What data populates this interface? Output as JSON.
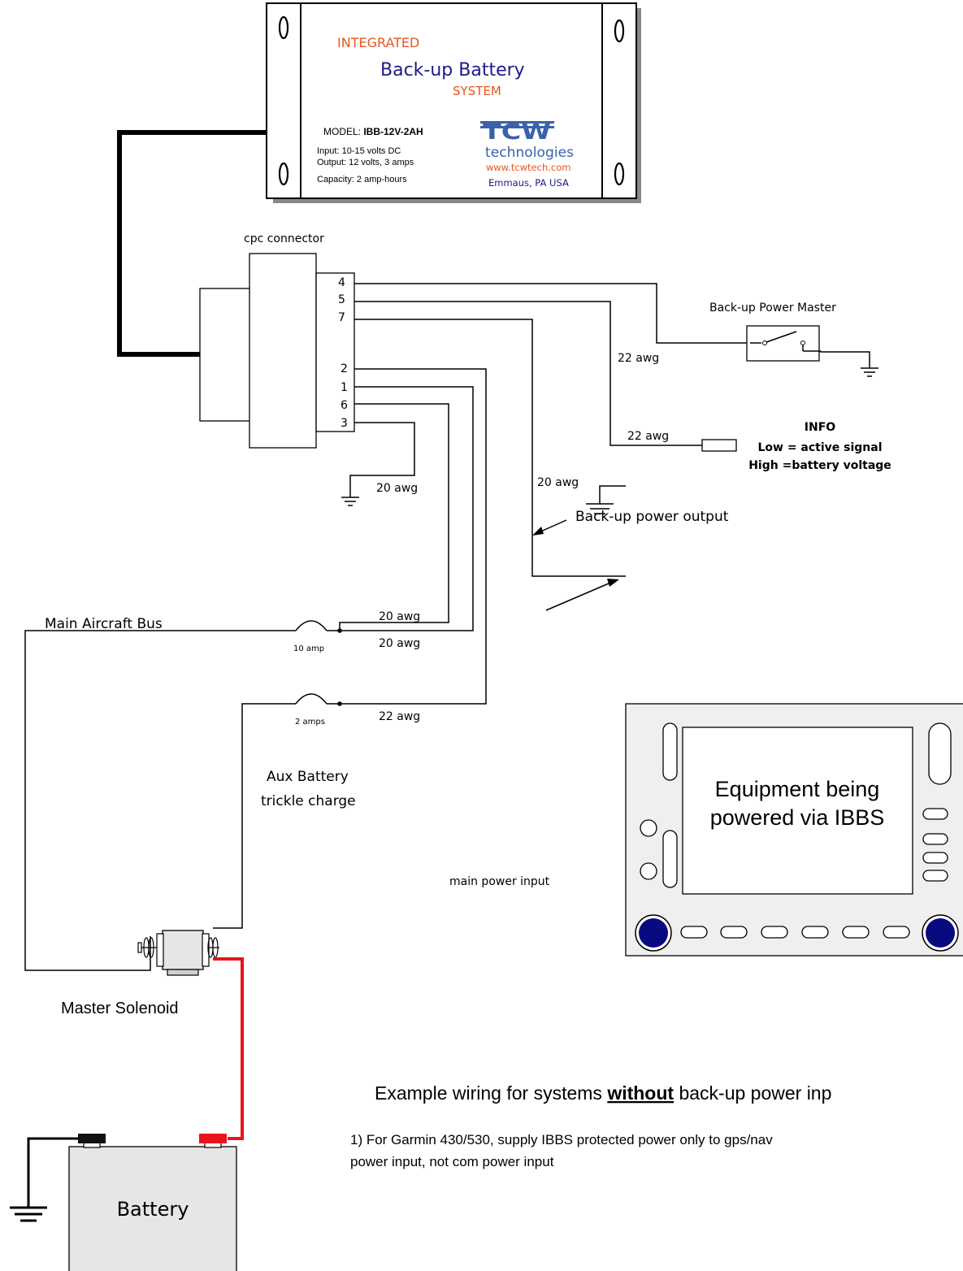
{
  "ibbs_unit": {
    "line1": "INTEGRATED",
    "line2": "Back-up Battery",
    "line3": "SYSTEM",
    "model_label": "MODEL: ",
    "model_value": "IBB-12V-2AH",
    "spec_input": "Input: 10-15 volts DC",
    "spec_output": "Output: 12 volts, 3 amps",
    "spec_capacity": "Capacity: 2 amp-hours",
    "logo_text": "TCW",
    "logo_sub": "technologies",
    "website": "www.tcwtech.com",
    "location": "Emmaus, PA  USA"
  },
  "connector": {
    "label": "cpc connector",
    "pins": [
      "4",
      "5",
      "7",
      "2",
      "1",
      "6",
      "3"
    ]
  },
  "labels": {
    "backup_master": "Back-up Power Master",
    "awg22_master": "22 awg",
    "awg22_info": "22 awg",
    "info_title": "INFO",
    "info_low": "Low = active signal",
    "info_high": "High =battery voltage",
    "awg20_output": "20 awg",
    "backup_output": "Back-up power output",
    "awg20_ground": "20 awg",
    "awg20_bus_a": "20 awg",
    "awg20_bus_b": "20 awg",
    "awg22_trickle": "22 awg",
    "main_bus": "Main Aircraft Bus",
    "fuse_10": "10 amp",
    "fuse_2": "2 amps",
    "aux_battery_1": "Aux Battery",
    "aux_battery_2": "trickle charge",
    "main_power_input": "main power input",
    "equipment_1": "Equipment being",
    "equipment_2": "powered via IBBS",
    "master_solenoid": "Master Solenoid",
    "battery": "Battery"
  },
  "notes": {
    "example_pre": "Example wiring for systems ",
    "example_bold": "without",
    "example_post": " back-up power inp",
    "note1_line1": "1) For Garmin 430/530, supply IBBS protected power only to gps/nav",
    "note1_line2": "power input, not com power input"
  },
  "colors": {
    "orange": "#e8541c",
    "navy": "#1a1a8c",
    "logo_blue": "#3a62a8",
    "positive_wire": "#e8141c",
    "panel_gray": "#efefef",
    "knob_blue": "#0a0a80"
  }
}
